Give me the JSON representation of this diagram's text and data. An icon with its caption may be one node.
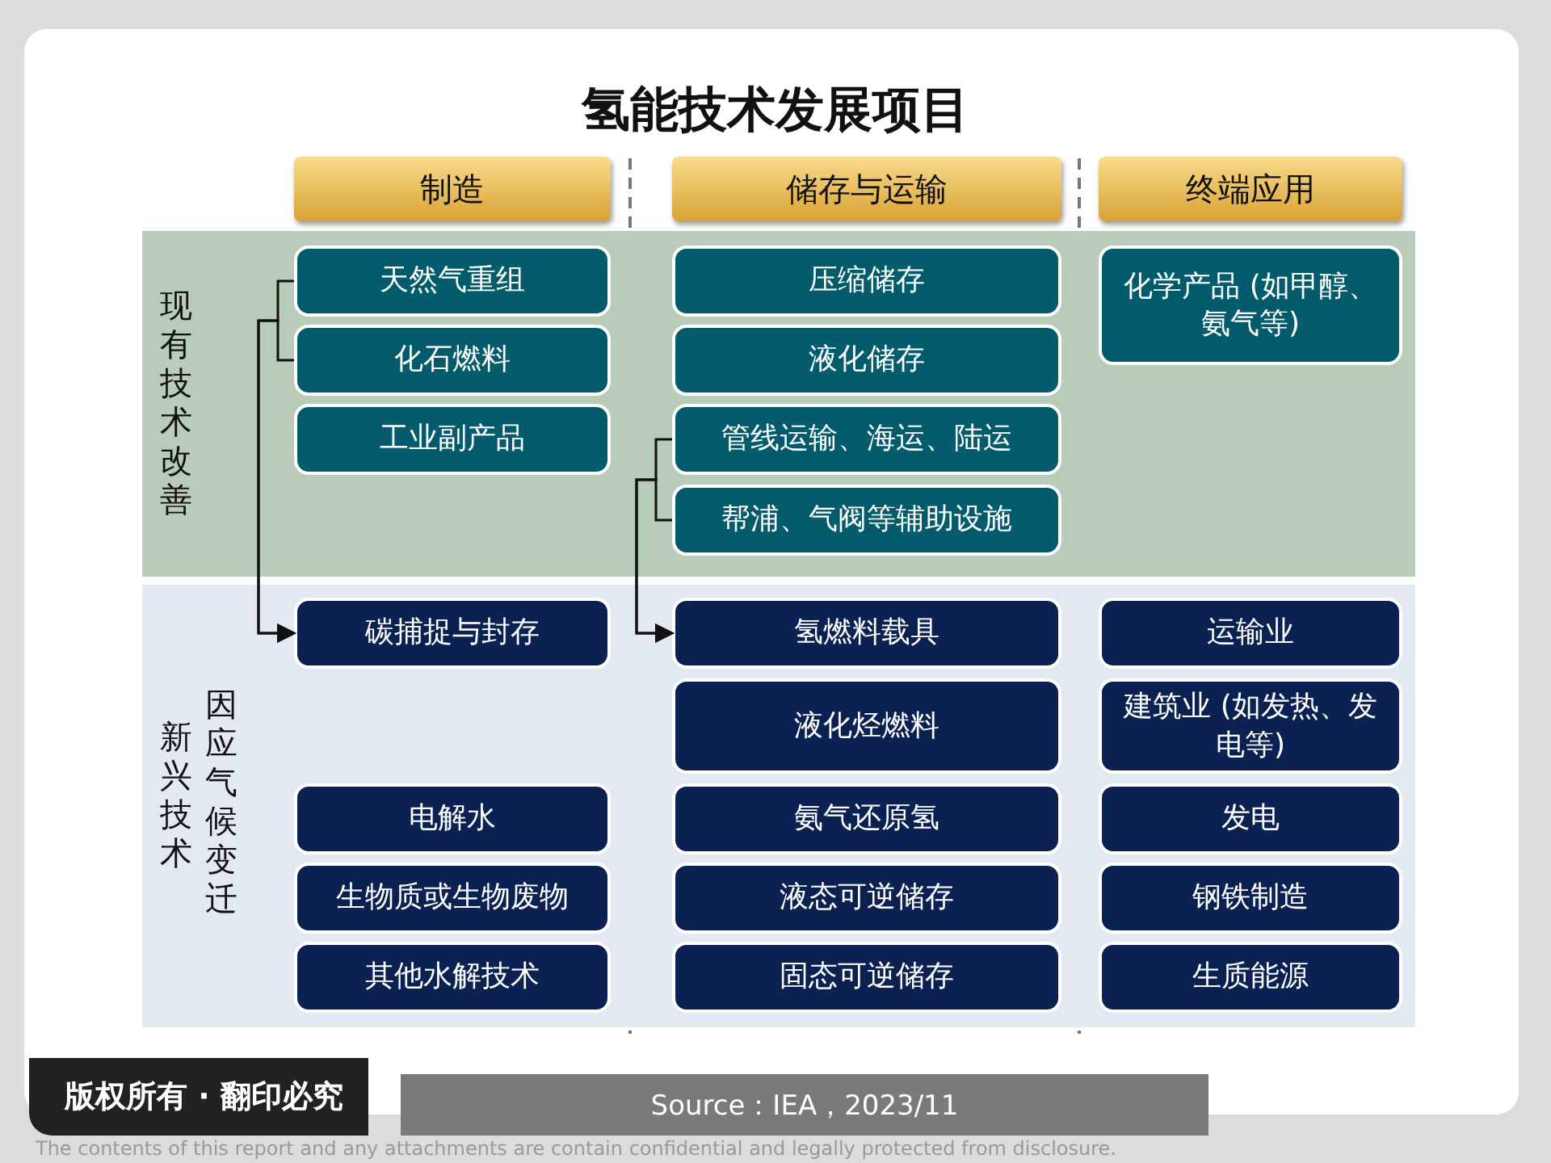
{
  "diagram": {
    "title": "氢能技术发展项目",
    "nodes": [
      {
        "text": [
          "制造"
        ]
      },
      {
        "text": [
          "储存与运输"
        ]
      },
      {
        "text": [
          "终端应用"
        ]
      },
      {
        "text": [
          "现有技术改善"
        ]
      },
      {
        "text": [
          "天然气重组"
        ],
        "in": 3
      },
      {
        "text": [
          "压缩储存"
        ],
        "in": 3
      },
      {
        "text": [
          "化学产品 (如甲醇、氨气等)"
        ],
        "in": 3
      },
      {
        "text": [
          "化石燃料"
        ],
        "in": 3
      },
      {
        "text": [
          "液化储存"
        ],
        "in": 3
      },
      {
        "text": [
          "工业副产品"
        ],
        "in": 3
      },
      {
        "text": [
          "管线运输、海运、陆运"
        ],
        "in": 3
      },
      {
        "text": [
          "帮浦、气阀等辅助设施"
        ],
        "in": 3
      },
      {
        "text": [
          "新兴技术",
          "因应气候变迁"
        ]
      },
      {
        "text": [
          "碳捕捉与封存"
        ],
        "in": 12
      },
      {
        "text": [
          "氢燃料载具"
        ],
        "in": 12
      },
      {
        "text": [
          "运输业"
        ],
        "in": 12
      },
      {
        "text": [
          "液化烃燃料"
        ],
        "in": 12
      },
      {
        "text": [
          "建筑业 (如发热、发电等)"
        ],
        "in": 12
      },
      {
        "text": [
          "电解水"
        ],
        "in": 12
      },
      {
        "text": [
          "氨气还原氢"
        ],
        "in": 12
      },
      {
        "text": [
          "发电"
        ],
        "in": 12
      },
      {
        "text": [
          "生物质或生物废物"
        ],
        "in": 12
      },
      {
        "text": [
          "液态可逆储存"
        ],
        "in": 12
      },
      {
        "text": [
          "钢铁制造"
        ],
        "in": 12
      },
      {
        "text": [
          "其他水解技术"
        ],
        "in": 12
      },
      {
        "text": [
          "固态可逆储存"
        ],
        "in": 12
      },
      {
        "text": [
          "生质能源"
        ],
        "in": 12
      }
    ],
    "edges": [
      {
        "from": 4,
        "to": 13,
        "arrow": "to"
      },
      {
        "from": 7,
        "to": 13,
        "arrow": "to"
      },
      {
        "from": 10,
        "to": 14,
        "arrow": "to"
      },
      {
        "from": 11,
        "to": 14,
        "arrow": "to"
      }
    ],
    "labels": [
      "版权所有 · 翻印必究",
      "Source：IEA，2023/11",
      "The contents of this report and any attachments are contain confidential and legally protected from disclosure."
    ]
  }
}
